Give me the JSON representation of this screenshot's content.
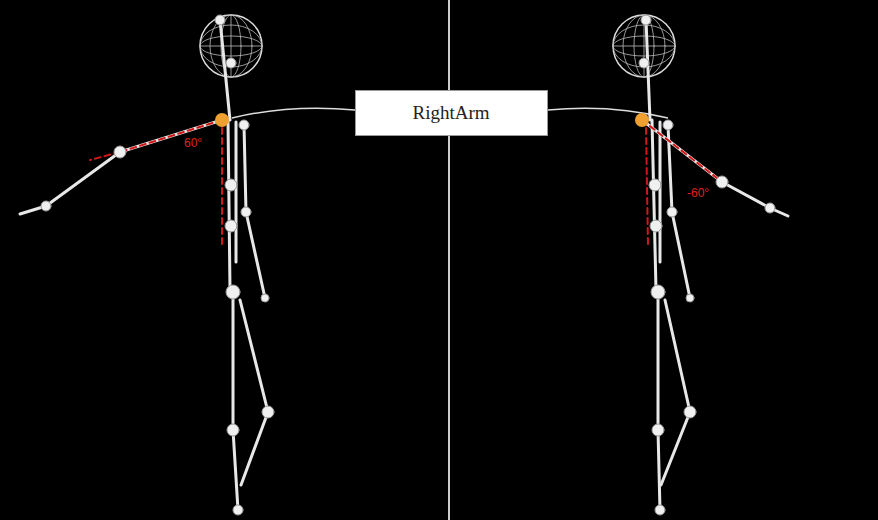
{
  "diagram": {
    "nodes": [
      {
        "text": [
          "RightArm"
        ]
      }
    ],
    "labels": [
      "60°",
      "-60°"
    ]
  }
}
